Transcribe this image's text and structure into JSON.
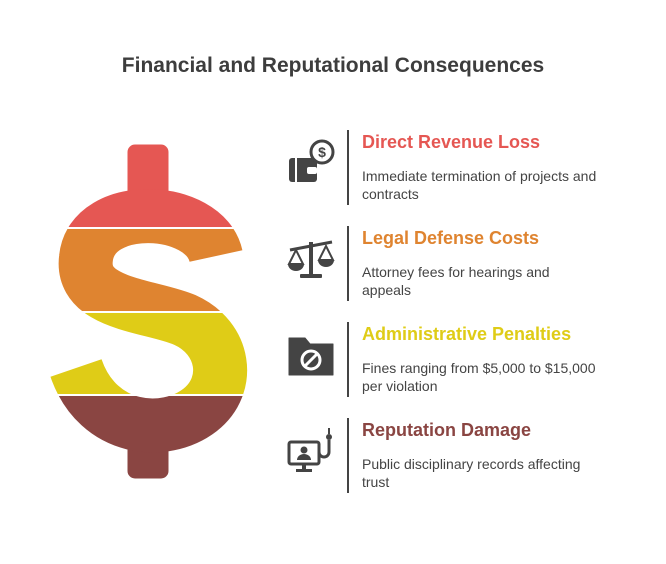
{
  "title": "Financial and Reputational Consequences",
  "items": [
    {
      "heading": "Direct Revenue Loss",
      "description": "Immediate termination of projects and contracts",
      "color": "#e55753",
      "icon": "wallet-dollar-icon"
    },
    {
      "heading": "Legal Defense Costs",
      "description": "Attorney fees for hearings and appeals",
      "color": "#df8430",
      "icon": "scales-icon"
    },
    {
      "heading": "Administrative Penalties",
      "description": "Fines ranging from $5,000 to $15,000 per violation",
      "color": "#dfcc17",
      "icon": "folder-prohibited-icon"
    },
    {
      "heading": "Reputation Damage",
      "description": "Public disciplinary records affecting trust",
      "color": "#8a4542",
      "icon": "monitor-hook-icon"
    }
  ]
}
